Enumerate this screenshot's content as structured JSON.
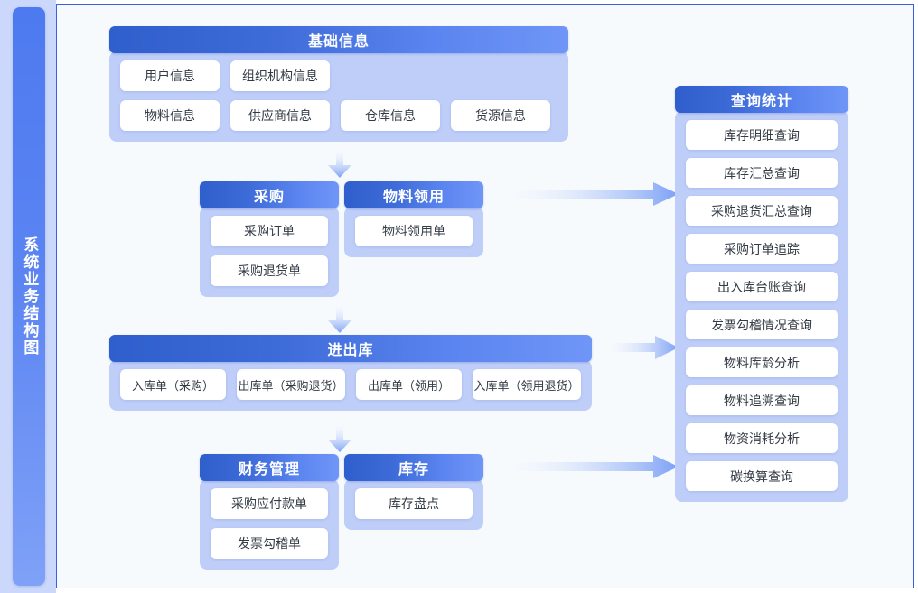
{
  "sidebar": {
    "title": "系统业务结构图"
  },
  "colors": {
    "header_gradient_start": "#2f5fcc",
    "header_gradient_end": "#6f96f7",
    "module_body": "#bfcef9",
    "card_bg": "#ffffff",
    "card_text": "#333b45",
    "panel_bg": "#f7fafd",
    "panel_border": "#3a5fe0",
    "rail_gradient_start": "#4d7af0",
    "rail_gradient_end": "#7fa1f7",
    "arrow_blue": "#7ba0f5"
  },
  "modules": {
    "basic": {
      "title": "基础信息",
      "rows": [
        [
          "用户信息",
          "组织机构信息"
        ],
        [
          "物料信息",
          "供应商信息",
          "仓库信息",
          "货源信息"
        ]
      ]
    },
    "purchase": {
      "title": "采购",
      "rows": [
        [
          "采购订单"
        ],
        [
          "采购退货单"
        ]
      ]
    },
    "requisition": {
      "title": "物料领用",
      "rows": [
        [
          "物料领用单"
        ]
      ]
    },
    "inout": {
      "title": "进出库",
      "rows": [
        [
          "入库单（采购）",
          "出库单（采购退货）",
          "出库单（领用）",
          "入库单（领用退货）"
        ]
      ]
    },
    "finance": {
      "title": "财务管理",
      "rows": [
        [
          "采购应付款单"
        ],
        [
          "发票勾稽单"
        ]
      ]
    },
    "stock": {
      "title": "库存",
      "rows": [
        [
          "库存盘点"
        ]
      ]
    },
    "query": {
      "title": "查询统计",
      "items": [
        "库存明细查询",
        "库存汇总查询",
        "采购退货汇总查询",
        "采购订单追踪",
        "出入库台账查询",
        "发票勾稽情况查询",
        "物料库龄分析",
        "物料追溯查询",
        "物资消耗分析",
        "碳换算查询"
      ]
    }
  },
  "arrows": {
    "basic_to_purchase": "down-arrow",
    "purchase_to_inout": "down-arrow",
    "inout_to_finance": "down-arrow",
    "purchase_to_query": "right-arrow",
    "inout_to_query": "right-arrow",
    "finance_to_query": "right-arrow"
  }
}
